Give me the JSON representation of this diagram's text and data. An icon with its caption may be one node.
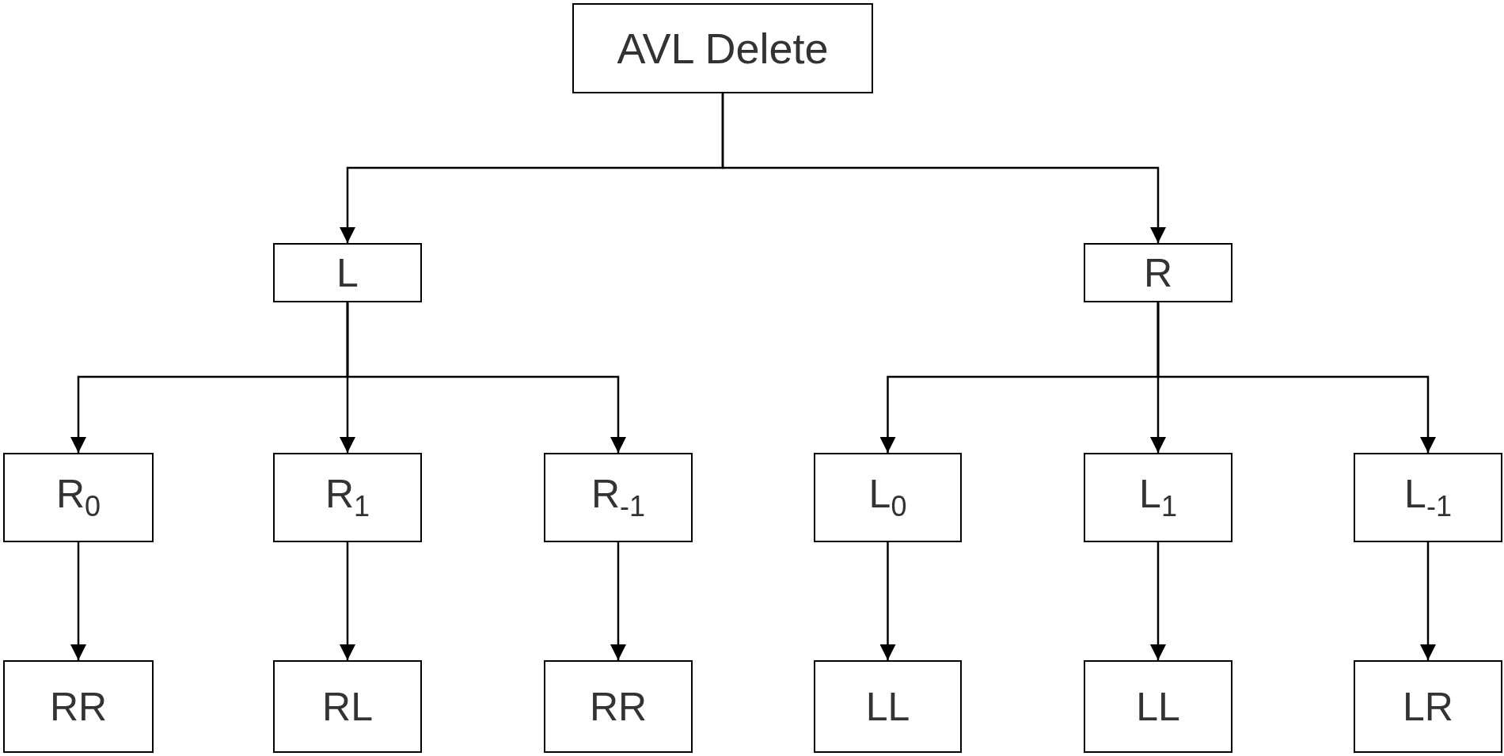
{
  "diagram": {
    "nodes": [
      {
        "text": [
          "AVL Delete"
        ]
      },
      {
        "text": [
          "L"
        ]
      },
      {
        "text": [
          "R"
        ]
      },
      {
        "text": [
          "R$_{0}$"
        ]
      },
      {
        "text": [
          "R$_{1}$"
        ]
      },
      {
        "text": [
          "R$_{-1}$"
        ]
      },
      {
        "text": [
          "L$_{0}$"
        ]
      },
      {
        "text": [
          "L$_{1}$"
        ]
      },
      {
        "text": [
          "L$_{-1}$"
        ]
      },
      {
        "text": [
          "RR"
        ]
      },
      {
        "text": [
          "RL"
        ]
      },
      {
        "text": [
          "RR"
        ]
      },
      {
        "text": [
          "LL"
        ]
      },
      {
        "text": [
          "LL"
        ]
      },
      {
        "text": [
          "LR"
        ]
      }
    ],
    "edges": [
      {
        "from": 0,
        "to": 1,
        "arrow": "to"
      },
      {
        "from": 0,
        "to": 2,
        "arrow": "to"
      },
      {
        "from": 1,
        "to": 3,
        "arrow": "to"
      },
      {
        "from": 1,
        "to": 4,
        "arrow": "to"
      },
      {
        "from": 1,
        "to": 5,
        "arrow": "to"
      },
      {
        "from": 2,
        "to": 6,
        "arrow": "to"
      },
      {
        "from": 2,
        "to": 7,
        "arrow": "to"
      },
      {
        "from": 2,
        "to": 8,
        "arrow": "to"
      },
      {
        "from": 3,
        "to": 9,
        "arrow": "to"
      },
      {
        "from": 4,
        "to": 10,
        "arrow": "to"
      },
      {
        "from": 5,
        "to": 11,
        "arrow": "to"
      },
      {
        "from": 6,
        "to": 12,
        "arrow": "to"
      },
      {
        "from": 7,
        "to": 13,
        "arrow": "to"
      },
      {
        "from": 8,
        "to": 14,
        "arrow": "to"
      }
    ]
  }
}
